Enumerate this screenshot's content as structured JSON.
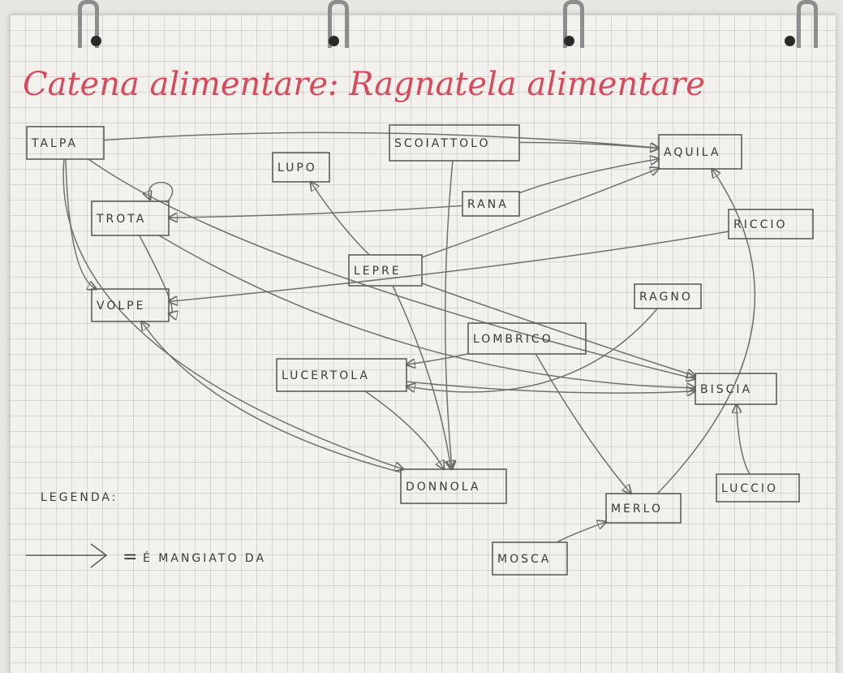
{
  "title": "Catena alimentare: Ragnatela alimentare",
  "colors": {
    "title": "#d74a5a",
    "ink": "#6a6a6a",
    "paper": "#f3f1ed"
  },
  "nodes": [
    {
      "id": "talpa",
      "label": "TALPA"
    },
    {
      "id": "scoiattolo",
      "label": "SCOIATTOLO"
    },
    {
      "id": "aquila",
      "label": "AQUILA"
    },
    {
      "id": "lupo",
      "label": "LUPO"
    },
    {
      "id": "rana",
      "label": "RANA"
    },
    {
      "id": "trota",
      "label": "TROTA"
    },
    {
      "id": "riccio",
      "label": "RICCIO"
    },
    {
      "id": "lepre",
      "label": "LEPRE"
    },
    {
      "id": "volpe",
      "label": "VOLPE"
    },
    {
      "id": "ragno",
      "label": "RAGNO"
    },
    {
      "id": "lombrico",
      "label": "LOMBRICO"
    },
    {
      "id": "lucertola",
      "label": "LUCERTOLA"
    },
    {
      "id": "biscia",
      "label": "BISCIA"
    },
    {
      "id": "donnola",
      "label": "DONNOLA"
    },
    {
      "id": "luccio",
      "label": "LUCCIO"
    },
    {
      "id": "merlo",
      "label": "MERLO"
    },
    {
      "id": "mosca",
      "label": "MOSCA"
    }
  ],
  "edges": [
    {
      "from": "talpa",
      "to": "aquila"
    },
    {
      "from": "talpa",
      "to": "volpe"
    },
    {
      "from": "talpa",
      "to": "donnola"
    },
    {
      "from": "talpa",
      "to": "biscia"
    },
    {
      "from": "scoiattolo",
      "to": "aquila"
    },
    {
      "from": "scoiattolo",
      "to": "donnola"
    },
    {
      "from": "rana",
      "to": "trota"
    },
    {
      "from": "rana",
      "to": "aquila"
    },
    {
      "from": "trota",
      "to": "trota"
    },
    {
      "from": "trota",
      "to": "volpe"
    },
    {
      "from": "trota",
      "to": "biscia"
    },
    {
      "from": "lepre",
      "to": "lupo"
    },
    {
      "from": "lepre",
      "to": "aquila"
    },
    {
      "from": "lepre",
      "to": "biscia"
    },
    {
      "from": "lepre",
      "to": "donnola"
    },
    {
      "from": "riccio",
      "to": "volpe"
    },
    {
      "from": "ragno",
      "to": "lucertola"
    },
    {
      "from": "lombrico",
      "to": "lucertola"
    },
    {
      "from": "lombrico",
      "to": "merlo"
    },
    {
      "from": "lucertola",
      "to": "donnola"
    },
    {
      "from": "lucertola",
      "to": "biscia"
    },
    {
      "from": "luccio",
      "to": "biscia"
    },
    {
      "from": "merlo",
      "to": "aquila"
    },
    {
      "from": "mosca",
      "to": "merlo"
    },
    {
      "from": "donnola",
      "to": "volpe"
    }
  ],
  "legend": {
    "heading": "LEGENDA:",
    "symbol": "=",
    "text": "É MANGIATO DA"
  }
}
